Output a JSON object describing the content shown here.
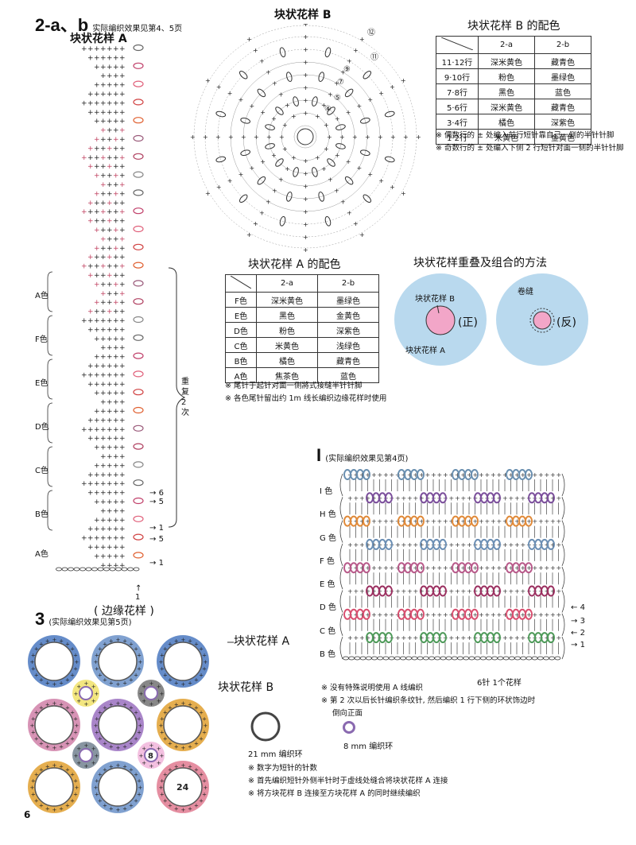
{
  "section_2ab": {
    "label_main": "2-a、b",
    "ref": "实际编织效果见第4、5页",
    "title": "块状花样 A",
    "colors": [
      "A色",
      "B色",
      "C色",
      "D色",
      "E色",
      "F色",
      "A色"
    ],
    "repeat": "重复2次",
    "edge_label": "( 边缘花样 )",
    "row_marks": [
      "6",
      "5",
      "1",
      "5",
      "1",
      "1"
    ]
  },
  "motif_b": {
    "title": "块状花样 B",
    "round_marks": [
      "⑫",
      "⑪",
      "⑨",
      "⑦",
      "⑤",
      "④"
    ]
  },
  "table_b": {
    "title": "块状花样 B 的配色",
    "headers": [
      "2-a",
      "2-b"
    ],
    "rows": [
      {
        "r": "11·12行",
        "a": "深米黄色",
        "b": "藏青色"
      },
      {
        "r": "9·10行",
        "a": "粉色",
        "b": "墨绿色"
      },
      {
        "r": "7·8行",
        "a": "黑色",
        "b": "蓝色"
      },
      {
        "r": "5·6行",
        "a": "深米黄色",
        "b": "藏青色"
      },
      {
        "r": "3·4行",
        "a": "橘色",
        "b": "深紫色"
      },
      {
        "r": "1·2行",
        "a": "米黄色",
        "b": "金黄色"
      }
    ],
    "notes": [
      "※ 偶数行的 ± 处编入前行短针靠自己一侧的半针针脚",
      "※ 奇数行的 ± 处编入下侧 2 行短针对面一侧的半针针脚"
    ]
  },
  "table_a": {
    "title": "块状花样 A 的配色",
    "headers": [
      "2-a",
      "2-b"
    ],
    "rows": [
      {
        "r": "F色",
        "a": "深米黄色",
        "b": "墨绿色"
      },
      {
        "r": "E色",
        "a": "黑色",
        "b": "金黄色"
      },
      {
        "r": "D色",
        "a": "粉色",
        "b": "深紫色"
      },
      {
        "r": "C色",
        "a": "米黄色",
        "b": "浅绿色"
      },
      {
        "r": "B色",
        "a": "橘色",
        "b": "藏青色"
      },
      {
        "r": "A色",
        "a": "焦茶色",
        "b": "蓝色"
      }
    ],
    "notes": [
      "※ 尾针于起针对面一侧將式接缝半针针脚",
      "※ 各色尾针留出约 1m 线长编织边缘花样时使用"
    ]
  },
  "overlap": {
    "title": "块状花样重叠及组合的方法",
    "left_inner": "块状花样 B",
    "left_mark": "(正)",
    "left_outer": "块状花样 A",
    "right_label": "卷缝",
    "right_mark": "(反)"
  },
  "section_I": {
    "label": "I",
    "ref": "(实际编织效果见第4页)",
    "row_colors": [
      "I 色",
      "H 色",
      "G 色",
      "F 色",
      "E 色",
      "D 色",
      "C 色",
      "B 色"
    ],
    "row_marks": [
      "4",
      "3",
      "2",
      "1"
    ],
    "repeat_label": "6针 1个花样",
    "notes": [
      "※ 没有特殊说明使用 A 线编织",
      "※ 第 2 次以后长针编织条纹针, 然后编织 1 行下侧的环状饰边时",
      "倒向正面"
    ],
    "ring_label": "8 mm 编织环",
    "stripe_colors": [
      "#6a8fb0",
      "#7b4f9b",
      "#e08a3a",
      "#6c8fb4",
      "#b85a8a",
      "#9b3060",
      "#d85070",
      "#4f9a5a"
    ]
  },
  "section_3": {
    "label": "3",
    "ref": "(实际编织效果见第5页)",
    "label_a": "块状花样 A",
    "label_b": "块状花样 B",
    "ring_label": "21 mm 编织环",
    "num_8": "8",
    "num_24": "24",
    "notes": [
      "※ 数字为短针的针数",
      "※ 首先编织短针外侧半针时于虚线处缝合将块状花样 A 连接",
      "※ 将方块花样 B 连接至方块花样 A 的同时继续编织"
    ]
  },
  "page_number": "6"
}
